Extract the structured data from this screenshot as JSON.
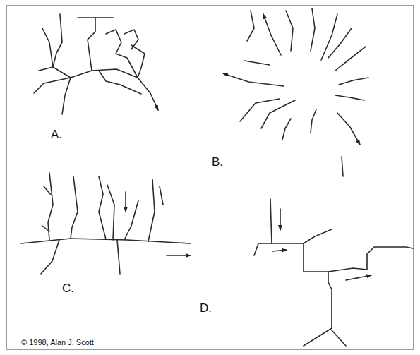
{
  "diagram": {
    "labels": [
      "A.",
      "B.",
      "C.",
      "D.",
      "© 1998, Alan J. Scott"
    ]
  }
}
